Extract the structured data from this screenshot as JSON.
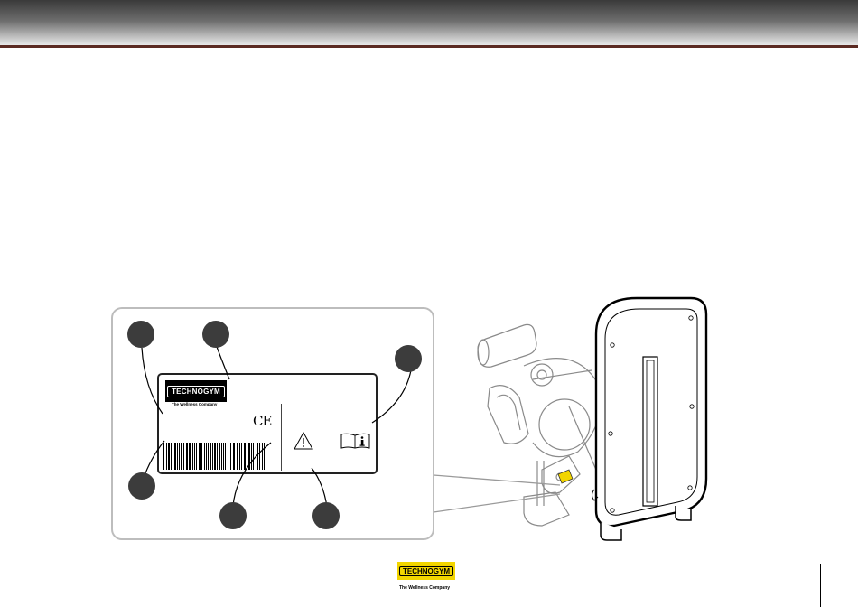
{
  "label": {
    "brand": "TECHNOGYM",
    "tagline": "The Wellness Company",
    "conformity_mark": "CE",
    "icons": [
      "warning-triangle-icon",
      "read-manual-icon",
      "barcode"
    ]
  },
  "callouts": [
    "",
    "",
    "",
    "",
    "",
    ""
  ],
  "footer": {
    "brand": "TECHNOGYM",
    "tagline": "The Wellness Company"
  },
  "colors": {
    "header_rule": "#5b2a22",
    "callout_badge": "#3c3c3c",
    "frame": "#bdbdbd",
    "footer_logo": "#f2d500"
  }
}
